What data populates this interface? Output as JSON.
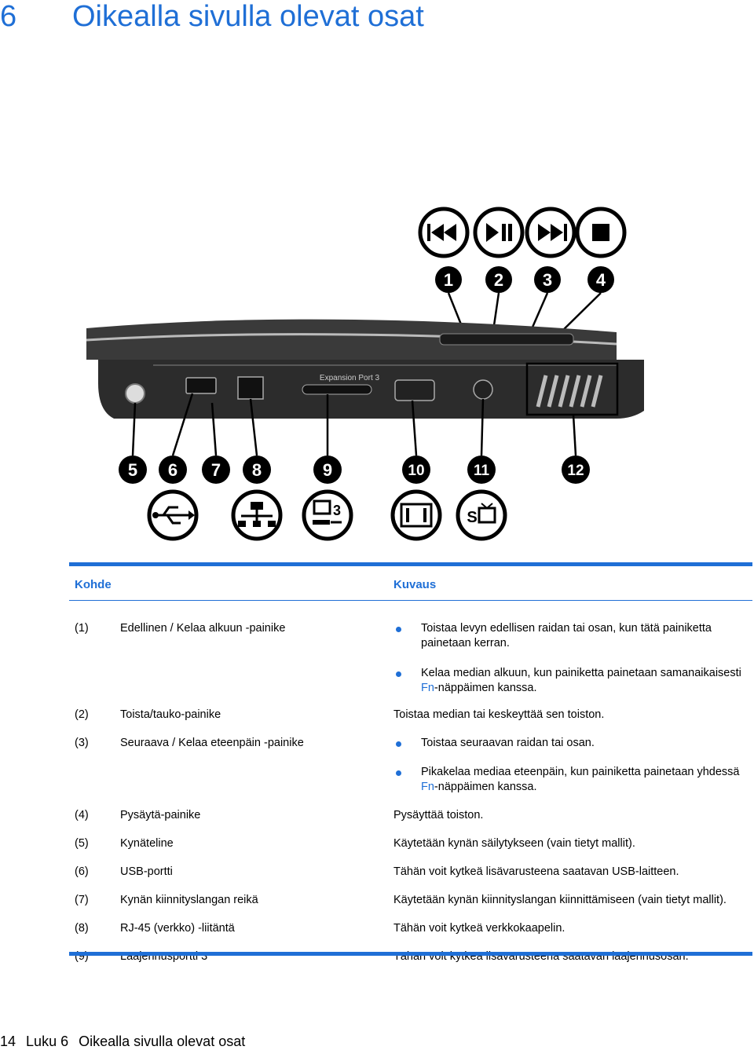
{
  "heading": {
    "number": "6",
    "title": "Oikealla sivulla olevat osat"
  },
  "figure": {
    "port_label": "Expansion Port 3",
    "callouts": [
      "1",
      "2",
      "3",
      "4",
      "5",
      "6",
      "7",
      "8",
      "9",
      "10",
      "11",
      "12"
    ],
    "media_icons": [
      "previous-track-icon",
      "play-pause-icon",
      "next-track-icon",
      "stop-icon"
    ],
    "port_icons": [
      "usb-icon",
      "network-icon",
      "expansion-port-icon",
      "monitor-icon",
      "s-video-icon"
    ]
  },
  "table": {
    "headers": {
      "item": "Kohde",
      "description": "Kuvaus"
    },
    "rows": [
      {
        "num": "(1)",
        "label": "Edellinen / Kelaa alkuun -painike",
        "b1": "Toistaa levyn edellisen raidan tai osan, kun tätä painiketta painetaan kerran.",
        "b2a": "Kelaa median alkuun, kun painiketta painetaan samanaikaisesti ",
        "b2fn": "Fn",
        "b2b": "-näppäimen kanssa."
      },
      {
        "num": "(2)",
        "label": "Toista/tauko-painike",
        "desc": "Toistaa median tai keskeyttää sen toiston."
      },
      {
        "num": "(3)",
        "label": "Seuraava / Kelaa eteenpäin -painike",
        "b1": "Toistaa seuraavan raidan tai osan.",
        "b2a": "Pikakelaa mediaa eteenpäin, kun painiketta painetaan yhdessä ",
        "b2fn": "Fn",
        "b2b": "-näppäimen kanssa."
      },
      {
        "num": "(4)",
        "label": "Pysäytä-painike",
        "desc": "Pysäyttää toiston."
      },
      {
        "num": "(5)",
        "label": "Kynäteline",
        "desc": "Käytetään kynän säilytykseen (vain tietyt mallit)."
      },
      {
        "num": "(6)",
        "label": "USB-portti",
        "desc": "Tähän voit kytkeä lisävarusteena saatavan USB-laitteen."
      },
      {
        "num": "(7)",
        "label": "Kynän kiinnityslangan reikä",
        "desc": "Käytetään kynän kiinnityslangan kiinnittämiseen (vain tietyt mallit)."
      },
      {
        "num": "(8)",
        "label": "RJ-45 (verkko) -liitäntä",
        "desc": "Tähän voit kytkeä verkkokaapelin."
      },
      {
        "num": "(9)",
        "label": "Laajennusportti 3",
        "desc": "Tähän voit kytkeä lisävarusteena saatavan laajennusosan."
      }
    ]
  },
  "footer": {
    "page": "14",
    "chapter": "Luku 6",
    "title": "Oikealla sivulla olevat osat"
  },
  "colors": {
    "accent": "#1f6fd6"
  }
}
